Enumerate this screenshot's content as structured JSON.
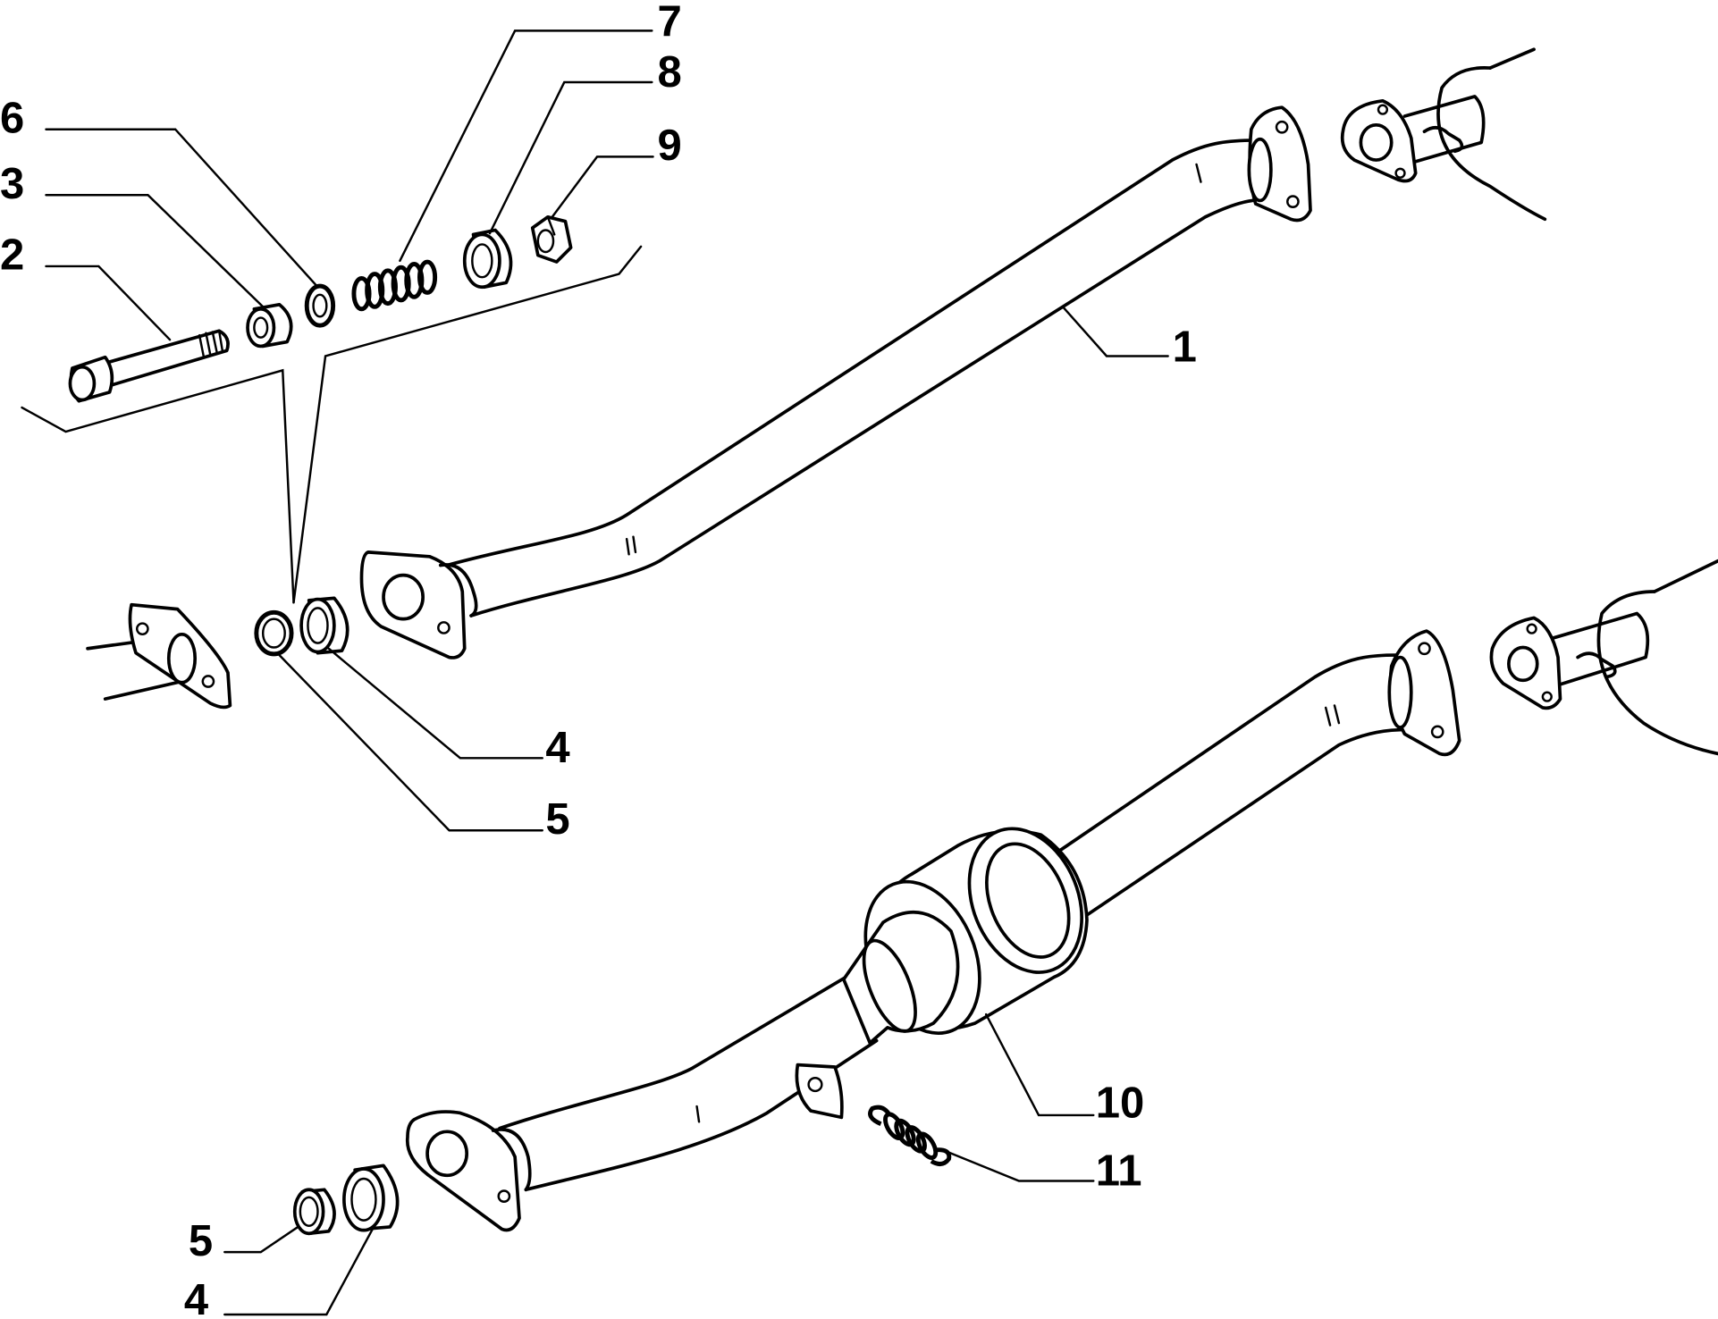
{
  "callouts": {
    "part_1": "1",
    "part_2": "2",
    "part_3": "3",
    "part_4_upper": "4",
    "part_5_upper": "5",
    "part_6": "6",
    "part_7": "7",
    "part_8": "8",
    "part_9": "9",
    "part_10": "10",
    "part_11": "11",
    "part_5_lower": "5",
    "part_4_lower": "4"
  }
}
